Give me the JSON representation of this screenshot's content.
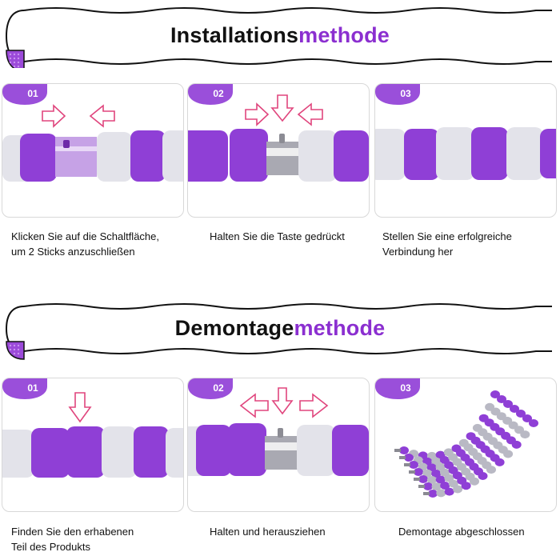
{
  "installation": {
    "title_main": "Installations",
    "title_accent": "methode",
    "steps": [
      {
        "num": "01",
        "caption_line1": "Klicken Sie auf die Schaltfläche,",
        "caption_line2": "um 2 Sticks anzuschließen"
      },
      {
        "num": "02",
        "caption_line1": "Halten Sie die Taste gedrückt",
        "caption_line2": ""
      },
      {
        "num": "03",
        "caption_line1": "Stellen Sie eine erfolgreiche",
        "caption_line2": "Verbindung her"
      }
    ]
  },
  "removal": {
    "title_main": "Demontage",
    "title_accent": "methode",
    "steps": [
      {
        "num": "01",
        "caption_line1": "Finden Sie den erhabenen",
        "caption_line2": "Teil des Produkts"
      },
      {
        "num": "02",
        "caption_line1": "Halten und herausziehen",
        "caption_line2": ""
      },
      {
        "num": "03",
        "caption_line1": "Demontage abgeschlossen",
        "caption_line2": ""
      }
    ]
  },
  "colors": {
    "accent": "#8b2fd0",
    "purple": "#8f3fd6",
    "grey": "#e2e2e8",
    "arrow": "#e0457d"
  }
}
